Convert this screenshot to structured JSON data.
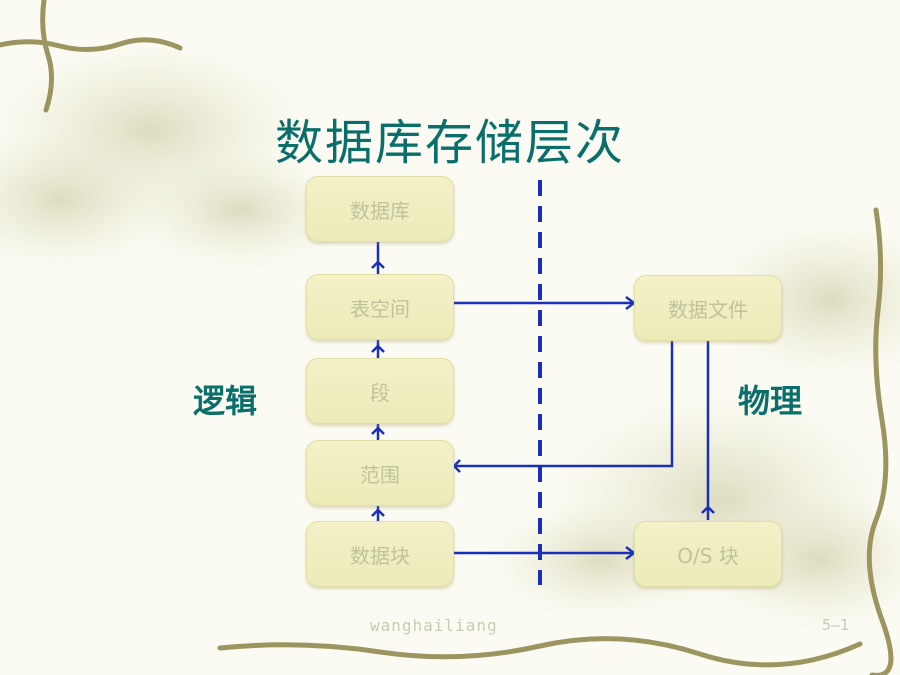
{
  "slide": {
    "title": "数据库存储层次",
    "logical_label": "逻辑",
    "physical_label": "物理",
    "footer_left": "wanghailiang",
    "footer_right": "5—1"
  },
  "diagram": {
    "logical_nodes": [
      "数据库",
      "表空间",
      "段",
      "范围",
      "数据块"
    ],
    "physical_nodes": [
      "数据文件",
      "O/S 块"
    ]
  },
  "colors": {
    "title": "#0a6e6a",
    "line": "#1a2fb8",
    "box_fill": "#f1efc2",
    "box_text": "#bfc39b",
    "footer_text": "#c9ccb3"
  }
}
